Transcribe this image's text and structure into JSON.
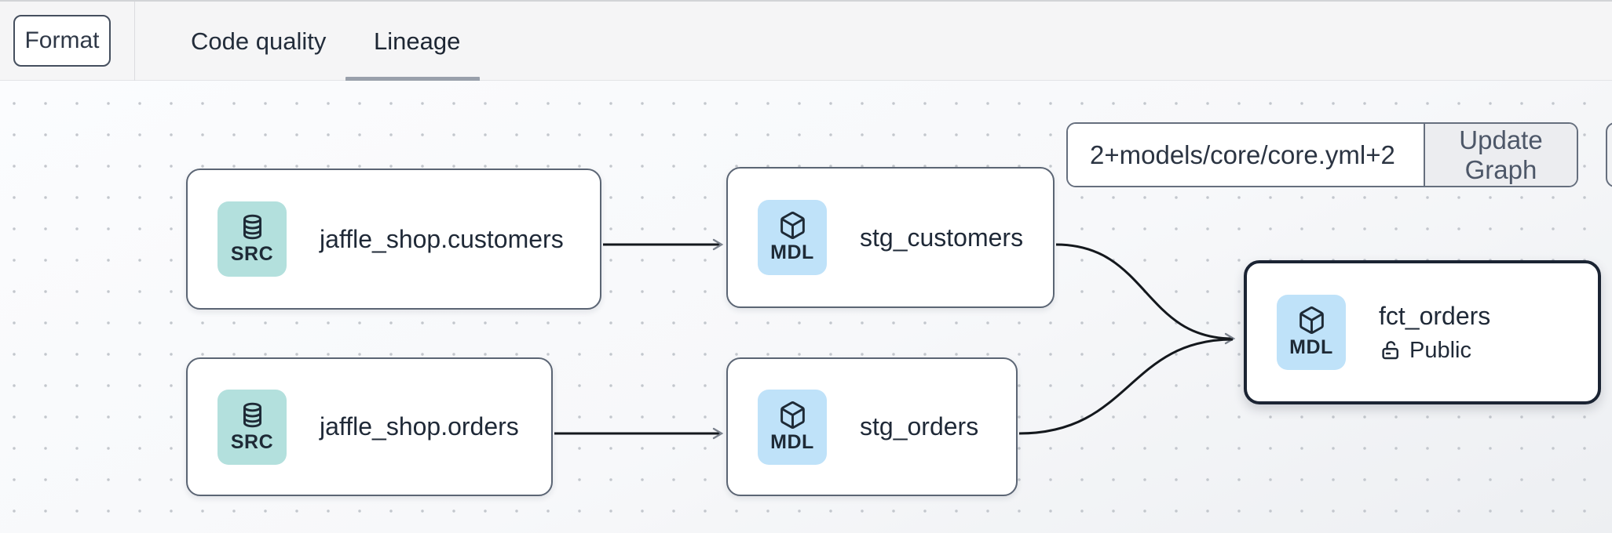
{
  "topbar": {
    "format_button": "Format",
    "tabs": [
      {
        "label": "Code quality",
        "active": false
      },
      {
        "label": "Lineage",
        "active": true
      }
    ]
  },
  "graph_controls": {
    "selector_value": "2+models/core/core.yml+2",
    "update_button": "Update Graph"
  },
  "lineage": {
    "nodes": [
      {
        "id": "jaffle_shop.customers",
        "label": "jaffle_shop.customers",
        "type_badge": "SRC",
        "icon": "database-icon",
        "selected": false
      },
      {
        "id": "stg_customers",
        "label": "stg_customers",
        "type_badge": "MDL",
        "icon": "cube-icon",
        "selected": false
      },
      {
        "id": "jaffle_shop.orders",
        "label": "jaffle_shop.orders",
        "type_badge": "SRC",
        "icon": "database-icon",
        "selected": false
      },
      {
        "id": "stg_orders",
        "label": "stg_orders",
        "type_badge": "MDL",
        "icon": "cube-icon",
        "selected": false
      },
      {
        "id": "fct_orders",
        "label": "fct_orders",
        "type_badge": "MDL",
        "icon": "cube-icon",
        "access": "Public",
        "selected": true
      }
    ],
    "edges": [
      {
        "from": "jaffle_shop.customers",
        "to": "stg_customers"
      },
      {
        "from": "jaffle_shop.orders",
        "to": "stg_orders"
      },
      {
        "from": "stg_customers",
        "to": "fct_orders"
      },
      {
        "from": "stg_orders",
        "to": "fct_orders"
      }
    ]
  },
  "colors": {
    "source_badge_bg": "#b3e0dd",
    "model_badge_bg": "#bfe2f9",
    "node_border": "#5b6574",
    "selected_node_border": "#1b2433",
    "edge": "#14181d",
    "arrowhead": "#7b828d",
    "tab_underline": "#99a0ab",
    "topbar_bg": "#f5f5f6",
    "text_primary": "#1f2937"
  }
}
